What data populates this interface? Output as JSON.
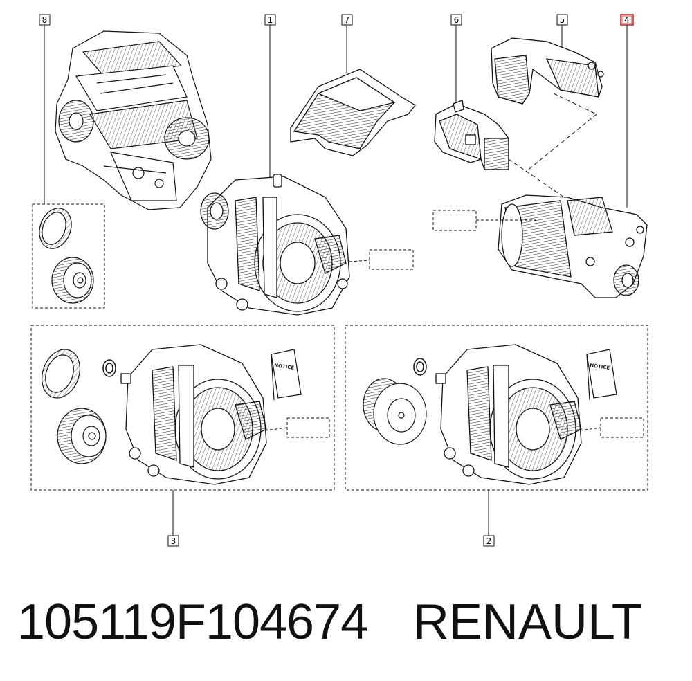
{
  "labels": {
    "n1": "1",
    "n2": "2",
    "n3": "3",
    "n4": "4",
    "n5": "5",
    "n6": "6",
    "n7": "7",
    "n8": "8"
  },
  "notice_text": "NOTICE",
  "footer": {
    "part_number": "105119F104674",
    "brand": "RENAULT"
  },
  "colors": {
    "line": "#111111",
    "highlight": "#cc2222"
  }
}
